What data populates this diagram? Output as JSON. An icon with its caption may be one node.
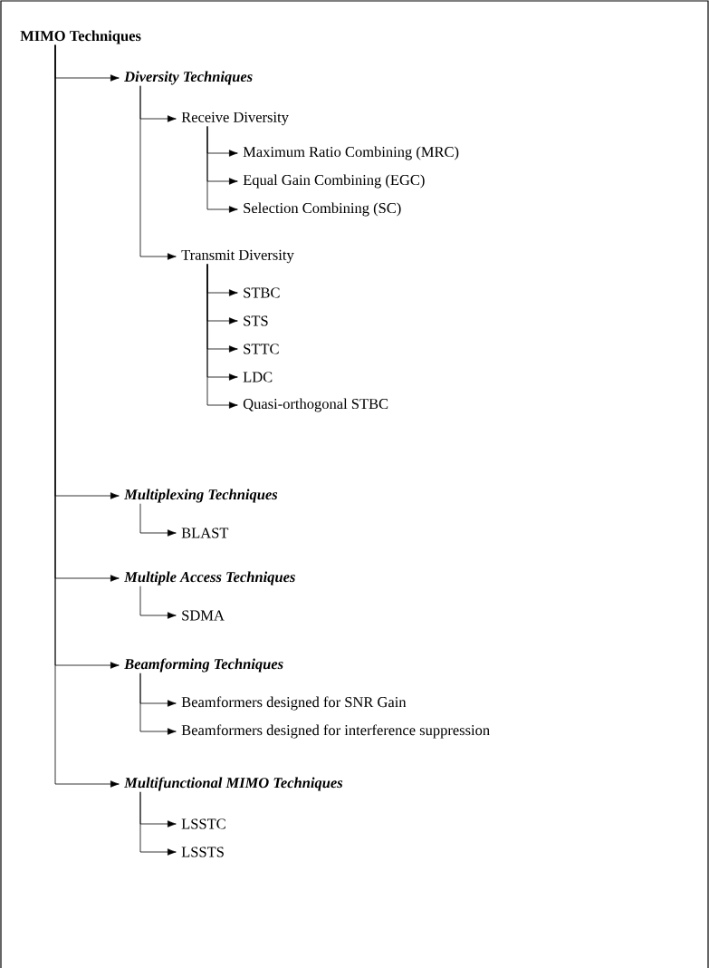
{
  "diagram": {
    "nodes": [
      {
        "text": [
          "MIMO Techniques"
        ]
      },
      {
        "text": [
          "Diversity Techniques"
        ]
      },
      {
        "text": [
          "Receive Diversity"
        ]
      },
      {
        "text": [
          "Maximum Ratio Combining (MRC)"
        ]
      },
      {
        "text": [
          "Equal Gain Combining (EGC)"
        ]
      },
      {
        "text": [
          "Selection Combining (SC)"
        ]
      },
      {
        "text": [
          "Transmit Diversity"
        ]
      },
      {
        "text": [
          "STBC"
        ]
      },
      {
        "text": [
          "STS"
        ]
      },
      {
        "text": [
          "STTC"
        ]
      },
      {
        "text": [
          "LDC"
        ]
      },
      {
        "text": [
          "Quasi-orthogonal STBC"
        ]
      },
      {
        "text": [
          "Multiplexing Techniques"
        ]
      },
      {
        "text": [
          "BLAST"
        ]
      },
      {
        "text": [
          "Multiple Access Techniques"
        ]
      },
      {
        "text": [
          "SDMA"
        ]
      },
      {
        "text": [
          "Beamforming Techniques"
        ]
      },
      {
        "text": [
          "Beamformers designed for SNR Gain"
        ]
      },
      {
        "text": [
          "Beamformers designed for interference suppression"
        ]
      },
      {
        "text": [
          "Multifunctional MIMO Techniques"
        ]
      },
      {
        "text": [
          "LSSTC"
        ]
      },
      {
        "text": [
          "LSSTS"
        ]
      }
    ],
    "edges": [
      {
        "from": 0,
        "to": 1,
        "arrow": "to"
      },
      {
        "from": 1,
        "to": 2,
        "arrow": "to"
      },
      {
        "from": 2,
        "to": 3,
        "arrow": "to"
      },
      {
        "from": 2,
        "to": 4,
        "arrow": "to"
      },
      {
        "from": 2,
        "to": 5,
        "arrow": "to"
      },
      {
        "from": 1,
        "to": 6,
        "arrow": "to"
      },
      {
        "from": 6,
        "to": 7,
        "arrow": "to"
      },
      {
        "from": 6,
        "to": 8,
        "arrow": "to"
      },
      {
        "from": 6,
        "to": 9,
        "arrow": "to"
      },
      {
        "from": 6,
        "to": 10,
        "arrow": "to"
      },
      {
        "from": 6,
        "to": 11,
        "arrow": "to"
      },
      {
        "from": 0,
        "to": 12,
        "arrow": "to"
      },
      {
        "from": 12,
        "to": 13,
        "arrow": "to"
      },
      {
        "from": 0,
        "to": 14,
        "arrow": "to"
      },
      {
        "from": 14,
        "to": 15,
        "arrow": "to"
      },
      {
        "from": 0,
        "to": 16,
        "arrow": "to"
      },
      {
        "from": 16,
        "to": 17,
        "arrow": "to"
      },
      {
        "from": 16,
        "to": 18,
        "arrow": "to"
      },
      {
        "from": 0,
        "to": 19,
        "arrow": "to"
      },
      {
        "from": 19,
        "to": 20,
        "arrow": "to"
      },
      {
        "from": 19,
        "to": 21,
        "arrow": "to"
      }
    ]
  }
}
